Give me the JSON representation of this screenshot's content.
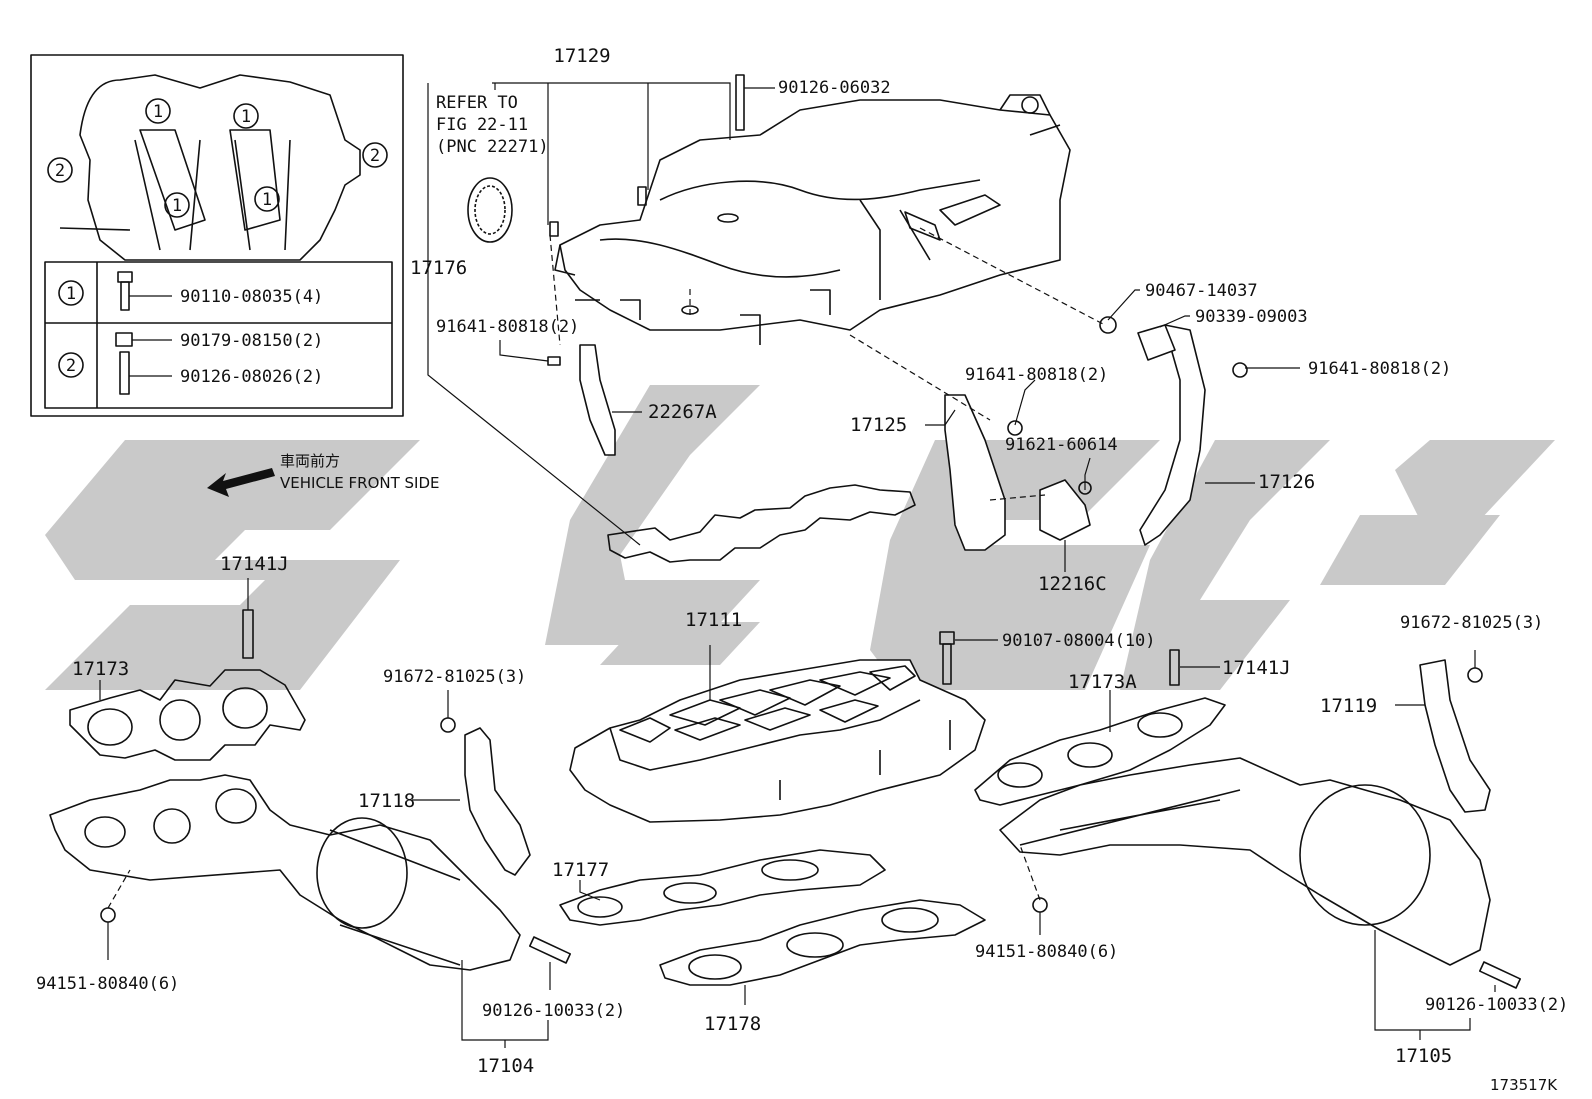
{
  "diagram": {
    "figure_id": "173517K",
    "direction": {
      "label_jp": "車両前方",
      "label_en": "VEHICLE FRONT SIDE"
    },
    "inset": {
      "callouts": [
        "1",
        "2"
      ],
      "legend": [
        {
          "ref": "1",
          "parts": [
            "90110-08035(4)"
          ]
        },
        {
          "ref": "2",
          "parts": [
            "90179-08150(2)",
            "90126-08026(2)"
          ]
        }
      ]
    },
    "refer": {
      "line1": "REFER TO",
      "line2": "FIG 22-11",
      "line3": "(PNC 22271)"
    },
    "parts": {
      "p17129": "17129",
      "p9012606032": "90126-06032",
      "p17176": "17176",
      "p9164180818a": "91641-80818(2)",
      "p22267A": "22267A",
      "p9046714037": "90467-14037",
      "p9033909003": "90339-09003",
      "p9164180818b": "91641-80818(2)",
      "p9164180818c": "91641-80818(2)",
      "p17125": "17125",
      "p9162160614": "91621-60614",
      "p17126": "17126",
      "p12216C": "12216C",
      "p17141Ja": "17141J",
      "p17173": "17173",
      "p17111": "17111",
      "p9010708004": "90107-08004(10)",
      "p9167281025a": "91672-81025(3)",
      "p9167281025b": "91672-81025(3)",
      "p17141Jb": "17141J",
      "p17173A": "17173A",
      "p17119": "17119",
      "p17118": "17118",
      "p17177": "17177",
      "p9415180840a": "94151-80840(6)",
      "p9415180840b": "94151-80840(6)",
      "p9012610033a": "90126-10033(2)",
      "p9012610033b": "90126-10033(2)",
      "p17178": "17178",
      "p17104": "17104",
      "p17105": "17105"
    }
  }
}
